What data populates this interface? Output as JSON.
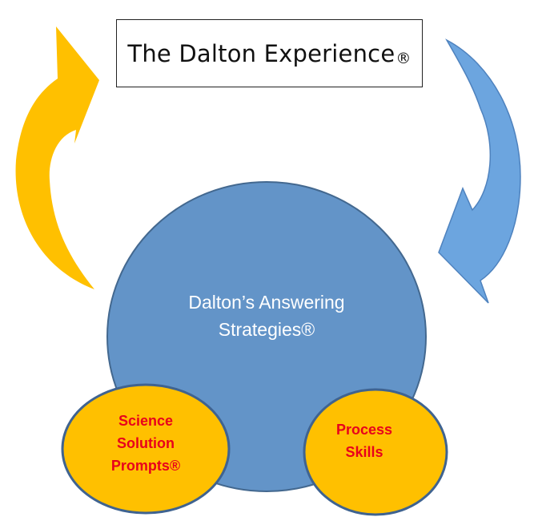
{
  "title": {
    "text": "The Dalton Experience",
    "mark": "®"
  },
  "center": {
    "line1": "Dalton’s Answering",
    "line2": "Strategies®"
  },
  "left_bubble": {
    "line1": "Science",
    "line2": "Solution",
    "line3": "Prompts®"
  },
  "right_bubble": {
    "line1": "Process",
    "line2": "Skills"
  },
  "colors": {
    "yellow_arrow": "#FFC000",
    "blue_arrow": "#6CA5DF",
    "main_circle": "#6394C8",
    "main_circle_stroke": "#43688F",
    "bubbles": "#FFC000",
    "bubble_stroke": "#3F6390",
    "bubble_text": "#E8001C",
    "center_text": "#FFFFFF"
  }
}
